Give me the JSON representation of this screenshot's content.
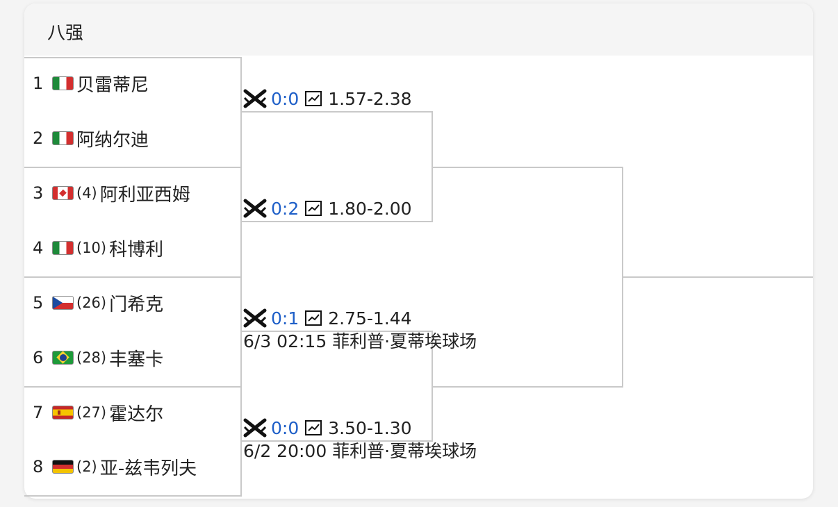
{
  "header": {
    "title": "八强"
  },
  "players": [
    {
      "num": "1",
      "flag": "it",
      "seed": "",
      "name": "贝雷蒂尼"
    },
    {
      "num": "2",
      "flag": "it",
      "seed": "",
      "name": "阿纳尔迪"
    },
    {
      "num": "3",
      "flag": "ca",
      "seed": "(4)",
      "name": "阿利亚西姆"
    },
    {
      "num": "4",
      "flag": "it",
      "seed": "(10)",
      "name": "科博利"
    },
    {
      "num": "5",
      "flag": "cz",
      "seed": "(26)",
      "name": "门希克"
    },
    {
      "num": "6",
      "flag": "br",
      "seed": "(28)",
      "name": "丰塞卡"
    },
    {
      "num": "7",
      "flag": "es",
      "seed": "(27)",
      "name": "霍达尔"
    },
    {
      "num": "8",
      "flag": "de",
      "seed": "(2)",
      "name": "亚-兹韦列夫"
    }
  ],
  "matches": [
    {
      "score": "0:0",
      "odds": "1.57-2.38",
      "info": ""
    },
    {
      "score": "0:2",
      "odds": "1.80-2.00",
      "info": ""
    },
    {
      "score": "0:1",
      "odds": "2.75-1.44",
      "info": "6/3 02:15 菲利普·夏蒂埃球场"
    },
    {
      "score": "0:0",
      "odds": "3.50-1.30",
      "info": "6/2 20:00 菲利普·夏蒂埃球场"
    }
  ],
  "colors": {
    "score": "#1e5fc8",
    "bracket_line": "#c9c9c9"
  },
  "icons": {
    "match": "crossed-swords-icon",
    "odds": "line-chart-icon"
  }
}
